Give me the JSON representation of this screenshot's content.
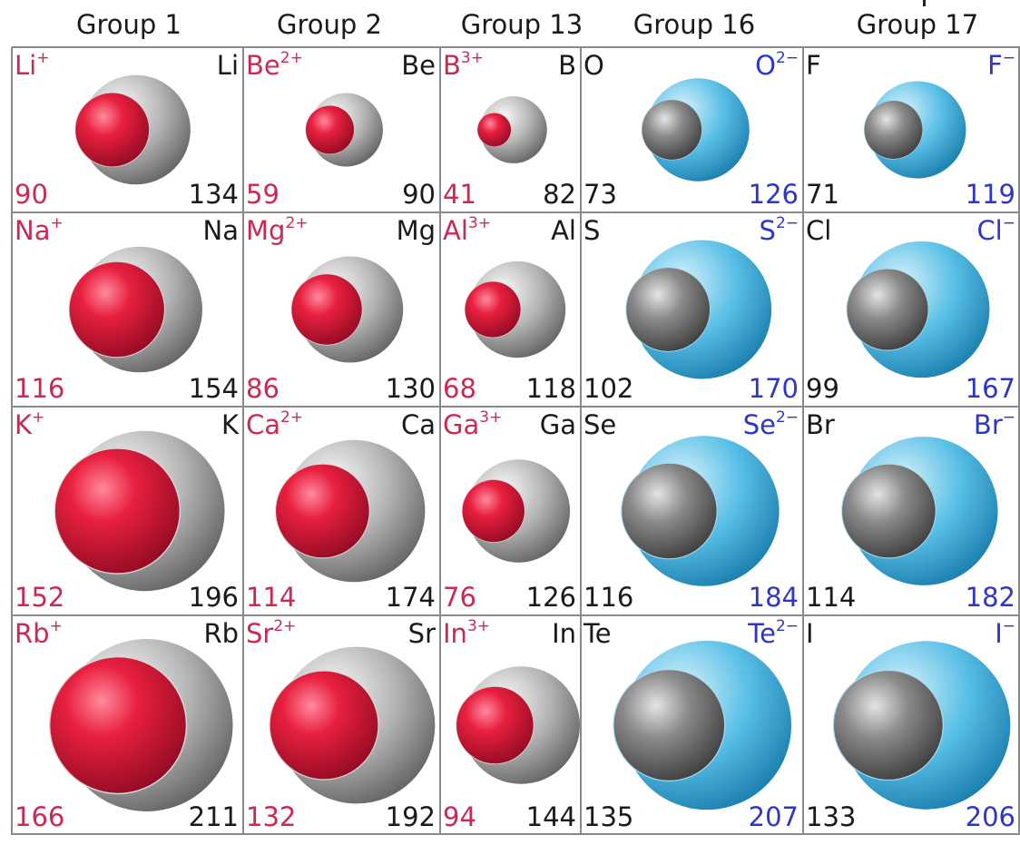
{
  "colors": {
    "cation": "#cc2952",
    "anion": "#2e36c8",
    "atom": "#1a1a1a",
    "cation_sphere": "#d4143c",
    "anion_sphere": "#4ab3e0",
    "atom_sphere": "#9a9a9a"
  },
  "groups": [
    "Group 1",
    "Group 2",
    "Group 13",
    "Group 16",
    "Group 17"
  ],
  "rows": [
    [
      {
        "type": "cation",
        "ion_sym": "Li",
        "ion_charge": "+",
        "atom": "Li",
        "ion_radius": "90",
        "atom_radius": "134"
      },
      {
        "type": "cation",
        "ion_sym": "Be",
        "ion_charge": "2+",
        "atom": "Be",
        "ion_radius": "59",
        "atom_radius": "90"
      },
      {
        "type": "cation",
        "ion_sym": "B",
        "ion_charge": "3+",
        "atom": "B",
        "ion_radius": "41",
        "atom_radius": "82"
      },
      {
        "type": "anion",
        "ion_sym": "O",
        "ion_charge": "2−",
        "atom": "O",
        "ion_radius": "126",
        "atom_radius": "73"
      },
      {
        "type": "anion",
        "ion_sym": "F",
        "ion_charge": "−",
        "atom": "F",
        "ion_radius": "119",
        "atom_radius": "71"
      }
    ],
    [
      {
        "type": "cation",
        "ion_sym": "Na",
        "ion_charge": "+",
        "atom": "Na",
        "ion_radius": "116",
        "atom_radius": "154"
      },
      {
        "type": "cation",
        "ion_sym": "Mg",
        "ion_charge": "2+",
        "atom": "Mg",
        "ion_radius": "86",
        "atom_radius": "130"
      },
      {
        "type": "cation",
        "ion_sym": "Al",
        "ion_charge": "3+",
        "atom": "Al",
        "ion_radius": "68",
        "atom_radius": "118"
      },
      {
        "type": "anion",
        "ion_sym": "S",
        "ion_charge": "2−",
        "atom": "S",
        "ion_radius": "170",
        "atom_radius": "102"
      },
      {
        "type": "anion",
        "ion_sym": "Cl",
        "ion_charge": "−",
        "atom": "Cl",
        "ion_radius": "167",
        "atom_radius": "99"
      }
    ],
    [
      {
        "type": "cation",
        "ion_sym": "K",
        "ion_charge": "+",
        "atom": "K",
        "ion_radius": "152",
        "atom_radius": "196"
      },
      {
        "type": "cation",
        "ion_sym": "Ca",
        "ion_charge": "2+",
        "atom": "Ca",
        "ion_radius": "114",
        "atom_radius": "174"
      },
      {
        "type": "cation",
        "ion_sym": "Ga",
        "ion_charge": "3+",
        "atom": "Ga",
        "ion_radius": "76",
        "atom_radius": "126"
      },
      {
        "type": "anion",
        "ion_sym": "Se",
        "ion_charge": "2−",
        "atom": "Se",
        "ion_radius": "184",
        "atom_radius": "116"
      },
      {
        "type": "anion",
        "ion_sym": "Br",
        "ion_charge": "−",
        "atom": "Br",
        "ion_radius": "182",
        "atom_radius": "114"
      }
    ],
    [
      {
        "type": "cation",
        "ion_sym": "Rb",
        "ion_charge": "+",
        "atom": "Rb",
        "ion_radius": "166",
        "atom_radius": "211"
      },
      {
        "type": "cation",
        "ion_sym": "Sr",
        "ion_charge": "2+",
        "atom": "Sr",
        "ion_radius": "132",
        "atom_radius": "192"
      },
      {
        "type": "cation",
        "ion_sym": "In",
        "ion_charge": "3+",
        "atom": "In",
        "ion_radius": "94",
        "atom_radius": "144"
      },
      {
        "type": "anion",
        "ion_sym": "Te",
        "ion_charge": "2−",
        "atom": "Te",
        "ion_radius": "207",
        "atom_radius": "135"
      },
      {
        "type": "anion",
        "ion_sym": "I",
        "ion_charge": "−",
        "atom": "I",
        "ion_radius": "206",
        "atom_radius": "133"
      }
    ]
  ]
}
